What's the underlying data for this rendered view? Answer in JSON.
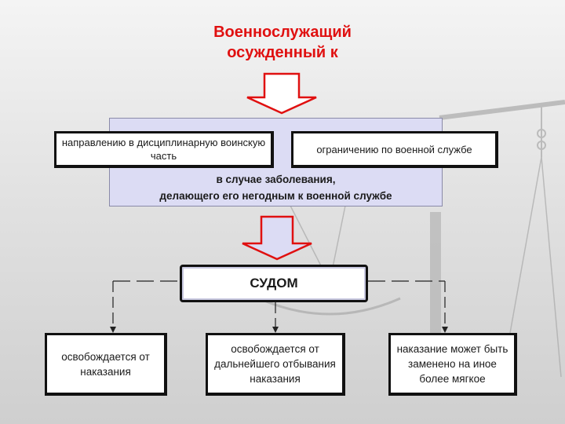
{
  "title": {
    "line1": "Военнослужащий",
    "line2": "осужденный к"
  },
  "options": {
    "left": "направлению в дисциплинарную воинскую часть",
    "right": "ограничению по военной службе"
  },
  "condition": {
    "line1": "в случае заболевания,",
    "line2": "делающего его негодным к военной службе"
  },
  "court": "СУДОМ",
  "outcomes": [
    "освобождается от наказания",
    "освобождается от дальнейшего отбывания наказания",
    "наказание может быть заменено на иное более мягкое"
  ],
  "colors": {
    "title": "#e01010",
    "arrow_outline": "#e01010",
    "panel": "#dcdcf4"
  }
}
